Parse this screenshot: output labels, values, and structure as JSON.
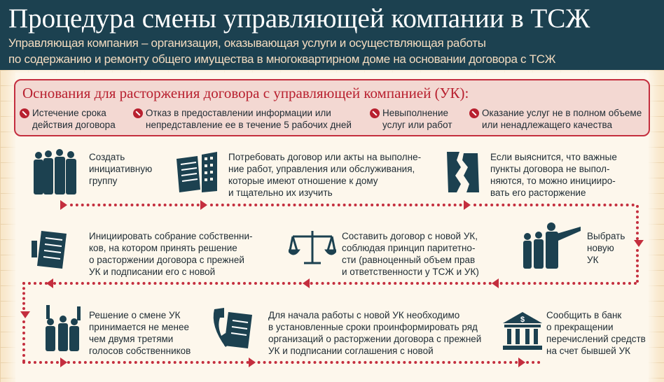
{
  "header": {
    "title": "Процедура смены управляющей компании в ТСЖ",
    "subtitle_line1": "Управляющая компания – организация, оказывающая услуги и осуществляющая работы",
    "subtitle_line2": "по содержанию и ремонту общего имущества в многоквартирном доме на основании договора с ТСЖ"
  },
  "reasons": {
    "title": "Основания для расторжения договора с управляющей компанией (УК):",
    "items": [
      {
        "line1": "Истечение срока",
        "line2": "действия договора"
      },
      {
        "line1": "Отказ в предоставлении информации или",
        "line2": "непредставление ее в течение 5 рабочих дней"
      },
      {
        "line1": "Невыполнение",
        "line2": "услуг или работ"
      },
      {
        "line1": "Оказание услуг не в полном объеме",
        "line2": "или ненадлежащего качества"
      }
    ]
  },
  "steps": [
    {
      "icon": "group-icon",
      "lines": [
        "Создать",
        "инициативную",
        "группу"
      ]
    },
    {
      "icon": "documents-building-icon",
      "lines": [
        "Потребовать договор или акты на выполне-",
        "ние работ, управления или обслуживания,",
        "которые имеют отношение к дому",
        "и тщательно их изучить"
      ]
    },
    {
      "icon": "torn-document-icon",
      "lines": [
        "Если выяснится, что важные",
        "пункты договора не выпол-",
        "няются, то можно иницииро-",
        "вать его расторжение"
      ]
    },
    {
      "icon": "pointing-person-icon",
      "lines": [
        "Выбрать",
        "новую",
        "УК"
      ]
    },
    {
      "icon": "scales-icon",
      "lines": [
        "Составить договор с новой УК,",
        "соблюдая принцип паритетно-",
        "сти (равноценный объем прав",
        "и ответственности у ТСЖ и УК)"
      ]
    },
    {
      "icon": "document-list-icon",
      "lines": [
        "Инициировать собрание собственни-",
        "ков, на котором принять решение",
        "о расторжении договора с прежней",
        "УК и подписании его с новой"
      ]
    },
    {
      "icon": "voting-people-icon",
      "lines": [
        "Решение о смене УК",
        "принимается не менее",
        "чем двумя третями",
        "голосов собственников"
      ]
    },
    {
      "icon": "phone-document-icon",
      "lines": [
        "Для начала работы с новой УК необходимо",
        "в установленные сроки проинформировать ряд",
        "организаций о расторжении договора с прежней",
        "УК и подписании соглашения с новой"
      ]
    },
    {
      "icon": "bank-icon",
      "lines": [
        "Сообщить в банк",
        "о прекращении",
        "перечислений средств",
        "на счет бывшей УК"
      ]
    }
  ],
  "colors": {
    "header": "#1c4150",
    "accent": "#c42e3e",
    "icon": "#1c4150"
  }
}
